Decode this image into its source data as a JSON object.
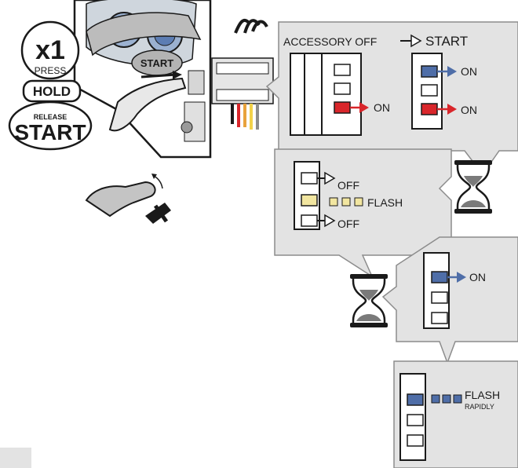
{
  "badge": {
    "count": "x1",
    "press": "PRESS",
    "hold": "HOLD",
    "release": "RELEASE",
    "start": "START"
  },
  "dash": {
    "start_button": "START"
  },
  "panel1": {
    "title_left": "ACCESSORY OFF",
    "title_right": "START",
    "led_state_a": "ON",
    "led_state_b": "ON",
    "led_state_c": "ON"
  },
  "panel2": {
    "state_top": "OFF",
    "state_mid": "FLASH",
    "state_bot": "OFF"
  },
  "panel3": {
    "state_top": "ON"
  },
  "panel4": {
    "state_line1": "FLASH",
    "state_line2": "RAPIDLY"
  },
  "colors": {
    "panel_bg": "#e3e3e3",
    "panel_border": "#8c8c8c",
    "led_blue": "#4f6ea8",
    "led_red": "#d9262b",
    "led_yellow": "#f2e6a0",
    "sand": "#6b6b6b"
  }
}
